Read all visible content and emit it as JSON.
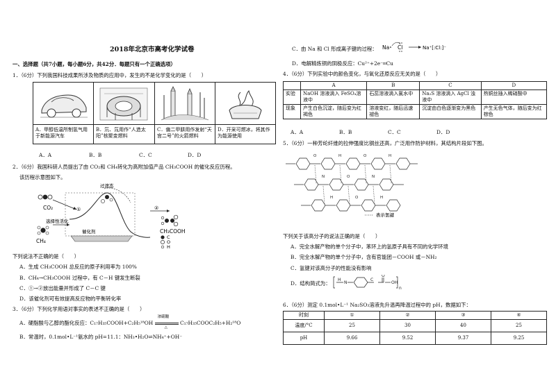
{
  "exam_title": "2018年北京市高考化学试卷",
  "section1": "一、选择题（共7小题，每小题6分，共42分．每题只有一个正确选项）",
  "q1": {
    "stem": "1．（6分）下列我国科技成果所涉及物质的应用中，发生的不是化学变化的是（　　）",
    "options": [
      "A．甲醇低温所制氢气用于新能源汽车",
      "B．氘、氚用作“人造太阳”核聚变燃料",
      "C．偏二甲肼用作发射“天宫二号”的火箭燃料",
      "D．开采可燃冰，将其作为能源使用"
    ],
    "answers": [
      "A．A",
      "B．B",
      "C．C",
      "D．D"
    ]
  },
  "q2": {
    "stem1": "2．（6分）我国科研人员提出了由 CO₂和 CH₄转化为高附加值产品 CH₃COOH 的催化反应历程。",
    "stem2": "该历程示意图如下。",
    "diagram": {
      "co2": "CO₂",
      "ch4": "CH₄",
      "ts": "过渡态",
      "cat": "催化剂",
      "sel": "选择性活化",
      "prod": "CH₃COOH",
      "mark1": "①",
      "mark2": "②",
      "legend": [
        "C",
        "O",
        "H"
      ]
    },
    "prompt": "下列说法不正确的是（　　）",
    "options": [
      "A．生成 CH₃COOH 总反应的原子利用率为 100%",
      "B．CH₄→CH₃COOH 过程中，有 C－H 键发生断裂",
      "C．①→②放出能量并形成了 C－C 键",
      "D．该催化剂可有效提高反应物的平衡转化率"
    ]
  },
  "q3": {
    "stem": "3．（6分）下列化学用语对事实的表述不正确的是（　　）",
    "a_pre": "A．硬脂酸与乙醇的酯化反应：C₁₇H₃₅COOH+C₂H₅¹⁸OH",
    "a_cond_top": "浓硫酸",
    "a_cond_bot": "△",
    "a_post": "C₁₇H₃₅COOC₂H₅+H₂¹⁸O",
    "b": "B．常温时，0.1mol•L⁻¹氨水的 pH=11.1：NH₃•H₂O⇌NH₄⁺+OH⁻",
    "c_pre": "C．由 Na 和 Cl 形成离子键的过程：",
    "c_na": "Na",
    "c_cl": "Cl",
    "c_prod": "Na⁺[:Cl:]⁻",
    "d": "D．电解精炼铜的阴极反应：Cu²⁺+2e⁻═Cu"
  },
  "q4": {
    "stem": "4．（6分）下列实验中的颜色变化，与氧化还原反应无关的是（　　）",
    "headers": [
      "",
      "A",
      "B",
      "C",
      "D"
    ],
    "row_exp_label": "实验",
    "row_exp": [
      "NaOH 溶液滴入 FeSO₄溶液中",
      "石蕊溶液滴入氯水中",
      "Na₂S 溶液滴入 AgCl 浊液中",
      "热铜丝插入稀硝酸中"
    ],
    "row_phen_label": "现象",
    "row_phen": [
      "产生白色沉淀，随后变为红褐色",
      "溶液变红，随后迅速褪色",
      "沉淀由白色逐渐变为黑色",
      "产生无色气体，随后变为红棕色"
    ],
    "answers": [
      "A．A",
      "B．B",
      "C．C",
      "D．D"
    ]
  },
  "q5": {
    "stem": "5．（6分）一种芳纶纤维的拉伸强度比钢丝还高，广泛用作防护材料，其结构片段如下图。",
    "legend": "表示氢键",
    "prompt": "下列关于该高分子的说法正确的是（　　）",
    "options": [
      "A．完全水解产物的单个分子中，苯环上的氢原子具有不同的化学环境",
      "B．完全水解产物的单个分子中，含有官能团－COOH 或－NH₂",
      "C．氢键对该高分子的性能没有影响",
      "D．结构简式为："
    ]
  },
  "q6": {
    "stem": "6．（6分）测定 0.1mol•L⁻¹ Na₂SO₃溶液先升温再降温过程中的 pH，数据如下：",
    "row_time_label": "时刻",
    "row_time": [
      "①",
      "②",
      "③",
      "④"
    ],
    "row_temp_label": "温度/°C",
    "row_temp": [
      "25",
      "30",
      "40",
      "25"
    ],
    "row_ph_label": "pH",
    "row_ph": [
      "9.66",
      "9.52",
      "9.37",
      "9.25"
    ]
  }
}
